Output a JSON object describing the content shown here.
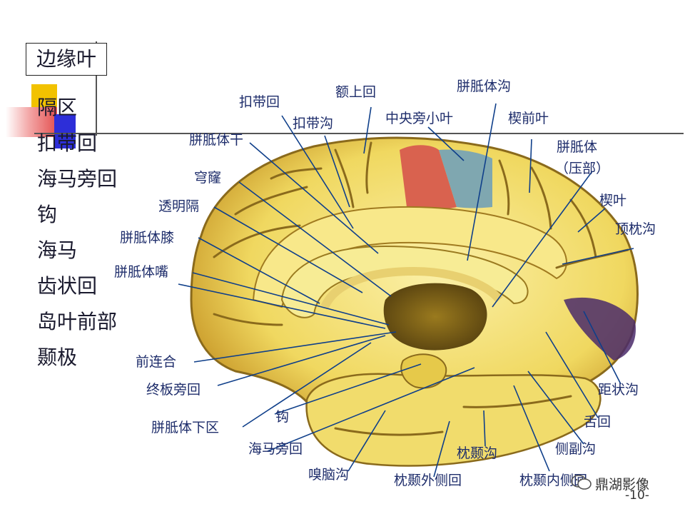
{
  "slide": {
    "title": "边缘叶",
    "list_items": [
      "隔区",
      "扣带回",
      "海马旁回",
      "钩",
      "海马",
      "齿状回",
      "岛叶前部",
      "颞极"
    ],
    "page_number": "-10-",
    "watermark": "鼎湖影像",
    "colors": {
      "text": "#1a1a2e",
      "label": "#1e2d6b",
      "brain_fill": "#f5e27a",
      "corpus_callosum": "#f7ec95",
      "paracentral_red": "#d9624f",
      "paracentral_blue": "#7fa7b0",
      "calcarine_purple": "#4a2a6a"
    }
  },
  "diagram": {
    "labels": {
      "e_shang_hui": "额上回",
      "pian_zhi_ti_gou": "胼胝体沟",
      "kou_dai_hui": "扣带回",
      "kou_dai_gou": "扣带沟",
      "zhong_yang_pang_xiao_ye": "中央旁小叶",
      "xie_qian_ye": "楔前叶",
      "pian_zhi_ti_gan": "胼胝体干",
      "pian_zhi_ti": "胼胝体",
      "ya_bu": "（压部）",
      "qiong_long": "穹窿",
      "xie_ye": "楔叶",
      "tou_ming_ge": "透明隔",
      "ding_zhen_gou": "顶枕沟",
      "pian_zhi_ti_xi": "胼胝体膝",
      "pian_zhi_ti_zui": "胼胝体嘴",
      "qian_lian_he": "前连合",
      "ju_zhuang_gou": "距状沟",
      "zhong_ban_pang_hui": "终板旁回",
      "she_hui": "舌回",
      "gou": "钩",
      "pian_zhi_ti_xia_qu": "胼胝体下区",
      "ce_fu_gou": "侧副沟",
      "hai_ma_pang_hui": "海马旁回",
      "zhen_nie_gou": "枕颞沟",
      "xiu_nao_gou": "嗅脑沟",
      "zhen_nie_wai_ce_hui": "枕颞外侧回",
      "zhen_nie_nei_ce_hui": "枕颞内侧回"
    }
  }
}
